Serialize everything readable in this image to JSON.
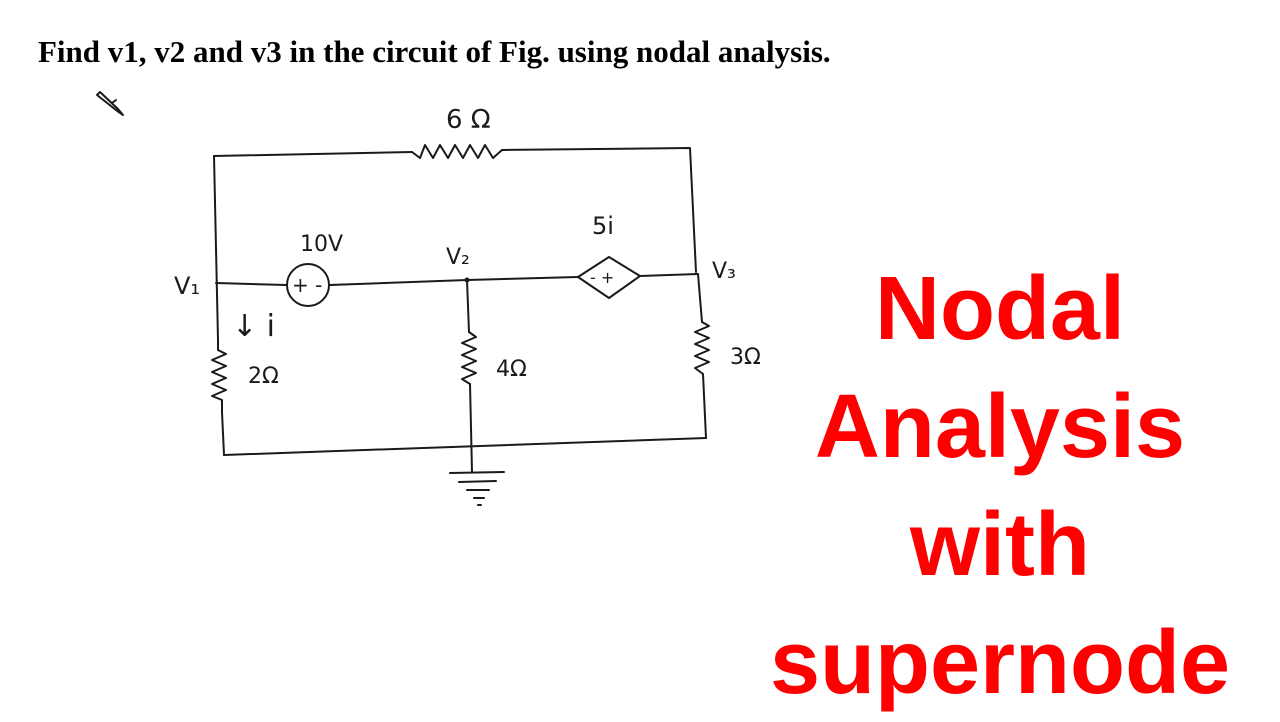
{
  "question": "Find v1, v2 and v3 in the circuit of Fig. using nodal analysis.",
  "title_lines": [
    "Nodal",
    "Analysis",
    "with",
    "supernode"
  ],
  "title_color": "#ff0000",
  "circuit": {
    "labels": {
      "r6": "6 Ω",
      "source_10v": "10V",
      "dep_source": "5i",
      "node_v1": "V₁",
      "node_v2": "V₂",
      "node_v3": "V₃",
      "current_i": "↓ i",
      "r2": "2Ω",
      "r4": "4Ω",
      "r3": "3Ω",
      "plus_minus": "+ -",
      "minus_plus": "- +"
    }
  }
}
